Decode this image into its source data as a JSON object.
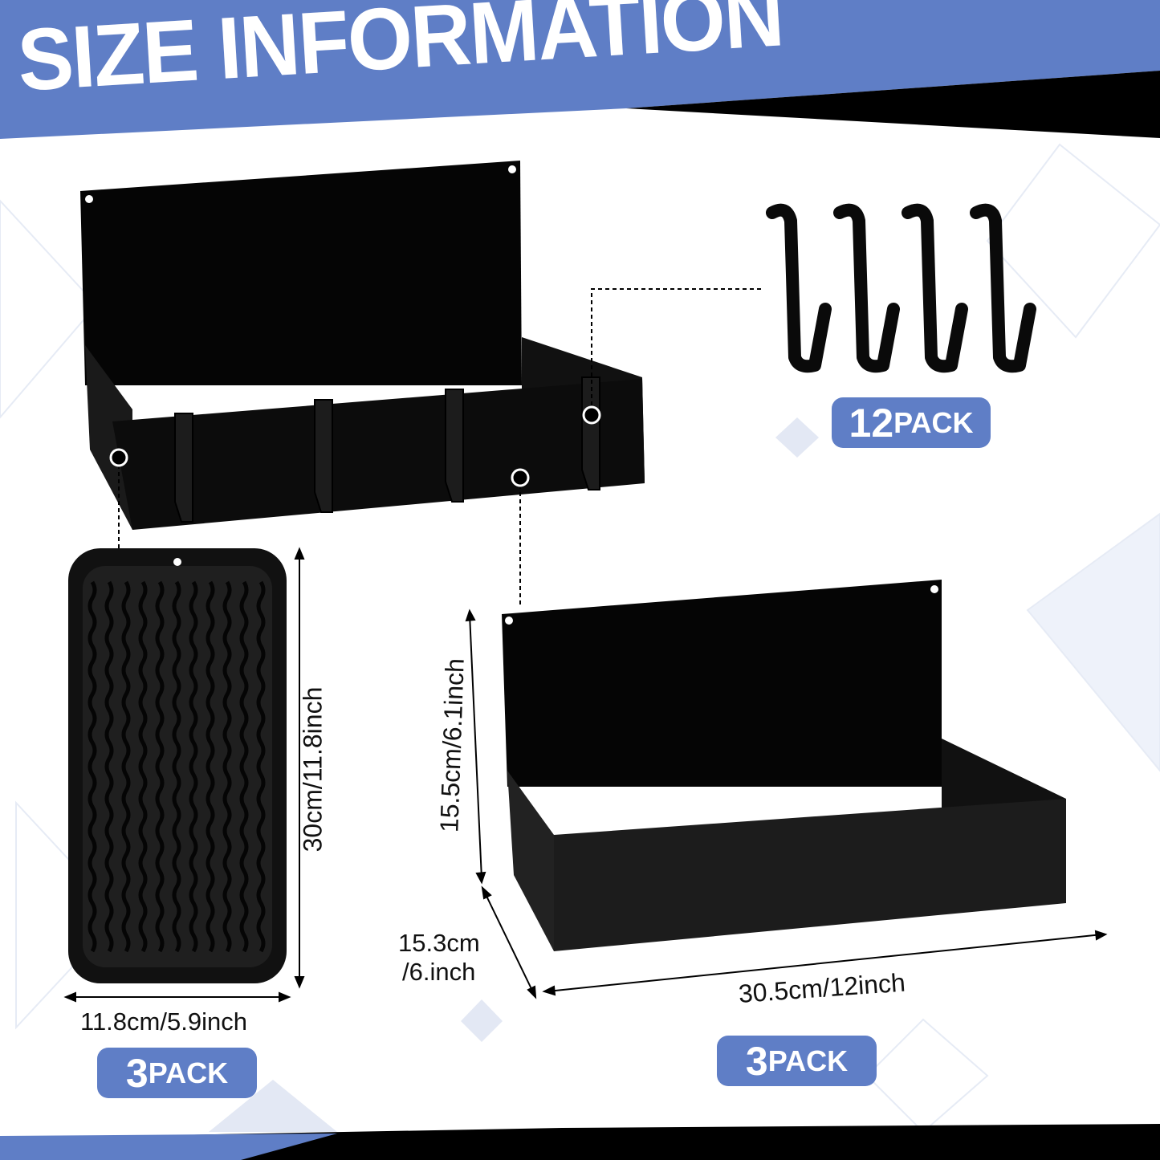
{
  "title": "SIZE INFORMATION",
  "colors": {
    "accent": "#5f7ec6",
    "product": "#0a0a0a",
    "background": "#ffffff"
  },
  "badges": {
    "hooks": {
      "count": "12",
      "unit": "PACK"
    },
    "mat": {
      "count": "3",
      "unit": "PACK"
    },
    "shelf": {
      "count": "3",
      "unit": "PACK"
    }
  },
  "dimensions": {
    "mat_height": "30cm/11.8inch",
    "mat_width": "11.8cm/5.9inch",
    "shelf_height": "15.5cm/6.1inch",
    "shelf_depth_line1": "15.3cm",
    "shelf_depth_line2": "/6.inch",
    "shelf_width": "30.5cm/12inch"
  }
}
